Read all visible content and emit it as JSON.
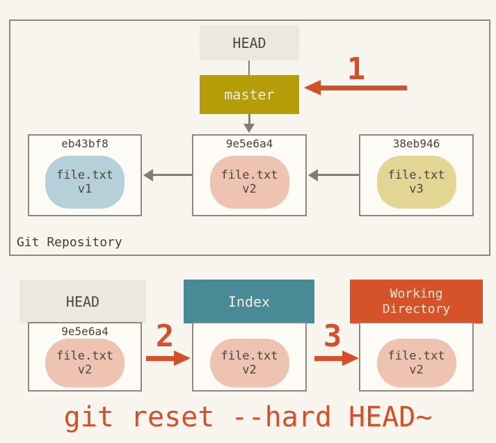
{
  "repository": {
    "label": "Git Repository",
    "head_pointer": "HEAD",
    "branch": "master",
    "commits": [
      {
        "hash": "eb43bf8",
        "file": "file.txt",
        "version": "v1",
        "color": "#b5d0d9"
      },
      {
        "hash": "9e5e6a4",
        "file": "file.txt",
        "version": "v2",
        "color": "#efc3b1"
      },
      {
        "hash": "38eb946",
        "file": "file.txt",
        "version": "v3",
        "color": "#e3d694"
      }
    ]
  },
  "step_numbers": [
    "1",
    "2",
    "3"
  ],
  "workspace": {
    "columns": [
      {
        "title": "HEAD",
        "hash": "9e5e6a4",
        "file": "file.txt",
        "version": "v2",
        "header_color": "#ebe9de",
        "blob_color": "#efc3b1"
      },
      {
        "title": "Index",
        "file": "file.txt",
        "version": "v2",
        "header_color": "#4a8996",
        "blob_color": "#efc3b1"
      },
      {
        "title": "Working Directory",
        "file": "file.txt",
        "version": "v2",
        "header_color": "#d5522b",
        "blob_color": "#efc3b1"
      }
    ]
  },
  "caption": "git reset --hard HEAD~",
  "colors": {
    "accent": "#d4502a",
    "branch_gold": "#b49d08",
    "head_bg": "#ebe9de",
    "index_bg": "#4a8996",
    "working_dir_bg": "#d5522b",
    "box_border": "#8b887d",
    "connector_gray": "#817e73",
    "page_bg": "#f8f5ef"
  }
}
